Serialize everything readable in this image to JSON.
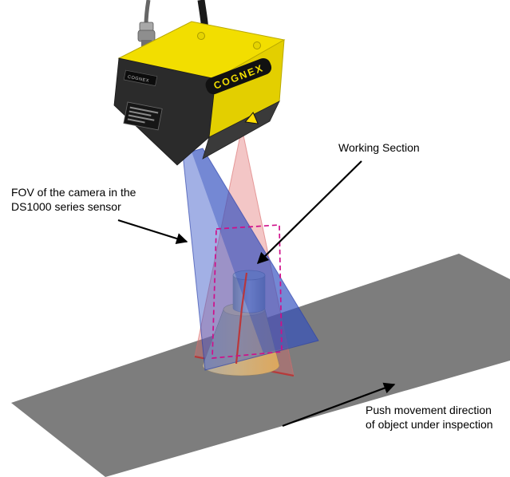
{
  "labels": {
    "fov": {
      "line1": "FOV of the camera in the",
      "line2": "DS1000 series sensor"
    },
    "working_section": "Working Section",
    "push": {
      "line1": "Push movement direction",
      "line2": "of object under inspection"
    }
  },
  "sensor": {
    "brand": "COGNEX",
    "side_sticker": "COGNEX"
  },
  "colors": {
    "sensor_yellow": "#f2de00",
    "sensor_yellow_side": "#e3cf00",
    "sensor_black": "#2b2b2b",
    "sensor_underside": "#3a3a3a",
    "fov_blue": "#3c59c9",
    "fov_blue_dark": "#2a46b8",
    "laser_red": "#e06a6a",
    "laser_line_red": "#c03030",
    "working_magenta": "#cf0f8a",
    "belt_gray": "#7d7d7d",
    "cone_tan": "#d9a45f",
    "cylinder_gray": "#c6c6c6",
    "logo_yellow": "#f2de00",
    "logo_black": "#111111"
  }
}
